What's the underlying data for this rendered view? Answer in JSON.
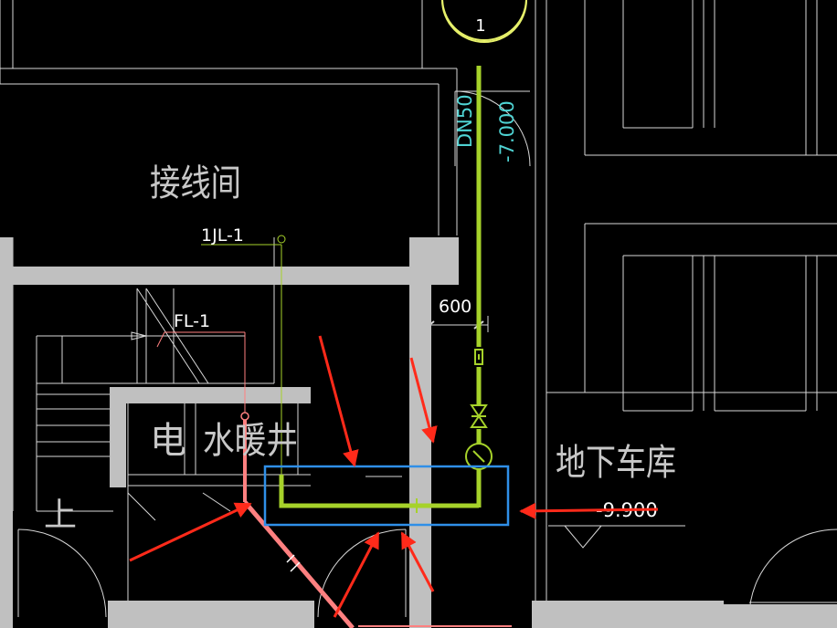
{
  "labels": {
    "grid_axis": "1",
    "room_junction": "接线间",
    "pipe_1jl": "1JL-1",
    "pipe_fl": "FL-1",
    "shaft_elec": "电",
    "shaft_hvac": "水暖井",
    "up": "上",
    "dim_600": "600",
    "pipe_dn": "DN50",
    "elevation_pipe": "-7.000",
    "garage": "地下车库",
    "elevation_garage": "-9.900"
  },
  "colors": {
    "background": "#000000",
    "linework": "#ffffff",
    "wall": "#c0c0c0",
    "pipe_supply": "#a6d22a",
    "pipe_drain": "#ff8080",
    "annotation": "#4fd3d3",
    "axis_bubble": "#e6f06a",
    "highlight_box": "#2f8fe8",
    "arrow": "#ff2a1a"
  }
}
